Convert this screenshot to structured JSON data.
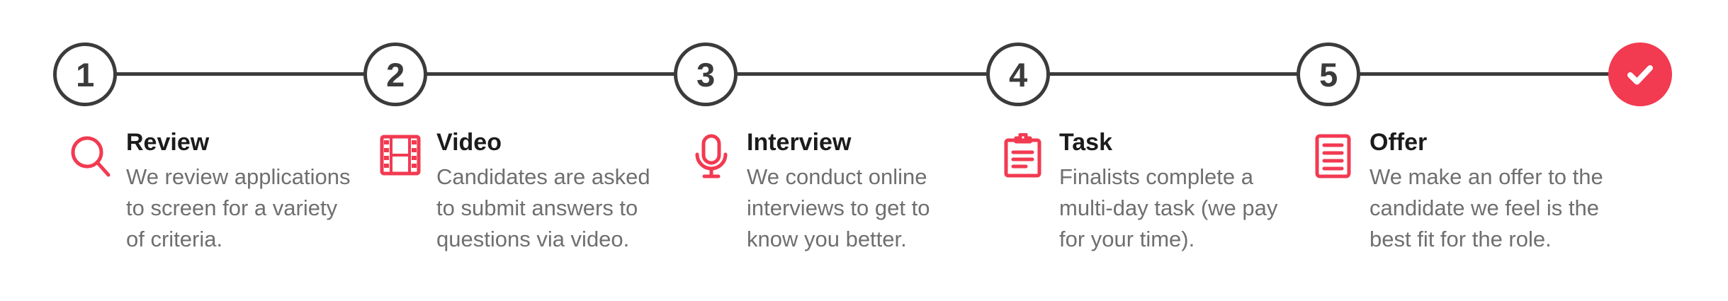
{
  "theme": {
    "accent": "#f23a51",
    "dark": "#3b3b3b",
    "title_color": "#1b1b1b",
    "desc_color": "#6f6f6f",
    "background": "#ffffff"
  },
  "progress": {
    "name": "hiring-process-stepper",
    "steps": [
      {
        "number": "1",
        "icon": "magnifier-icon"
      },
      {
        "number": "2",
        "icon": "film-strip-icon"
      },
      {
        "number": "3",
        "icon": "microphone-icon"
      },
      {
        "number": "4",
        "icon": "clipboard-icon"
      },
      {
        "number": "5",
        "icon": "document-icon"
      }
    ],
    "final": {
      "icon": "check-icon",
      "state": "complete"
    }
  },
  "stages": [
    {
      "icon": "magnifier-icon",
      "title": "Review",
      "description": "We review applications to screen for a variety of criteria."
    },
    {
      "icon": "film-strip-icon",
      "title": "Video",
      "description": "Candidates are asked to submit answers to questions via video."
    },
    {
      "icon": "microphone-icon",
      "title": "Interview",
      "description": "We conduct online interviews to get to know you better."
    },
    {
      "icon": "clipboard-icon",
      "title": "Task",
      "description": "Finalists complete a multi-day task (we pay for your time)."
    },
    {
      "icon": "document-icon",
      "title": "Offer",
      "description": "We make an offer to the candidate we feel is the best fit for the role."
    }
  ]
}
